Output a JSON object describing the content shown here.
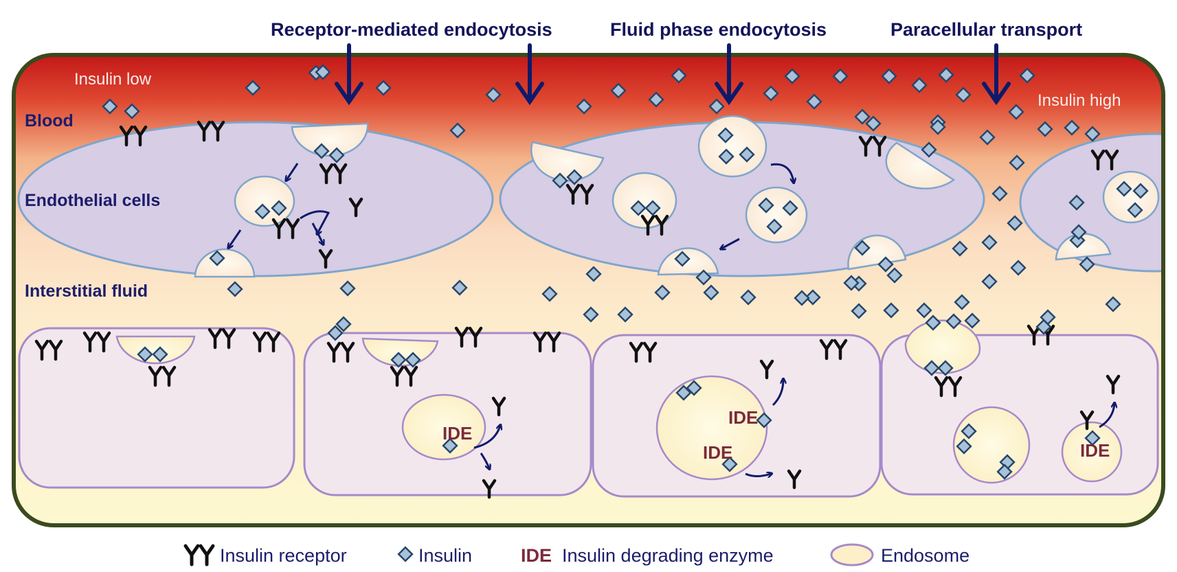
{
  "routes": [
    {
      "id": "receptor",
      "label": "Receptor-mediated endocytosis"
    },
    {
      "id": "fluid",
      "label": "Fluid phase endocytosis"
    },
    {
      "id": "paracellular",
      "label": "Paracellular transport"
    }
  ],
  "regions": {
    "blood": "Blood",
    "endothelial": "Endothelial cells",
    "interstitial": "Interstitial fluid"
  },
  "concentration": {
    "low": "Insulin  low",
    "high": "Insulin  high"
  },
  "ide_labels": [
    "IDE",
    "IDE",
    "IDE",
    "IDE"
  ],
  "legend": {
    "receptor": "Insulin  receptor",
    "insulin": "Insulin",
    "ide_abbr": "IDE",
    "ide_text": "Insulin  degrading  enzyme",
    "endosome": "Endosome"
  },
  "colors": {
    "blood_top": "#c91c1c",
    "interstitial": "#fdf6cf",
    "frame": "#3a4a1e",
    "endothelial": "#d8cce3",
    "endothelial_border": "#7fa5cc",
    "target_cell": "#f3e6ee",
    "target_border": "#a58ac9",
    "endosome": "#fdf0c8",
    "insulin_fill": "#a9c2d9",
    "insulin_stroke": "#26466a",
    "arrow": "#0f1a6a",
    "ide": "#7a2a3c"
  }
}
